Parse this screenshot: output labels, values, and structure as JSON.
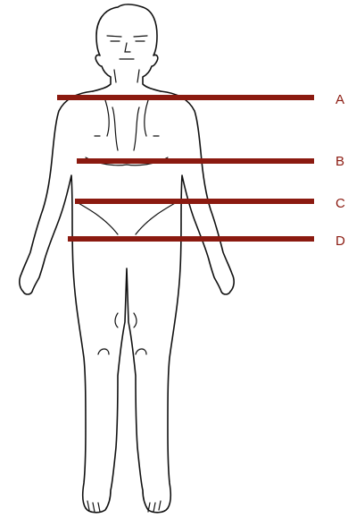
{
  "diagram": {
    "levels": [
      {
        "id": "A",
        "label": "A"
      },
      {
        "id": "B",
        "label": "B"
      },
      {
        "id": "C",
        "label": "C"
      },
      {
        "id": "D",
        "label": "D"
      }
    ],
    "colors": {
      "level_line": "#8b1a10",
      "level_label": "#8b1a10",
      "outline": "#111111",
      "background": "#ffffff"
    }
  }
}
